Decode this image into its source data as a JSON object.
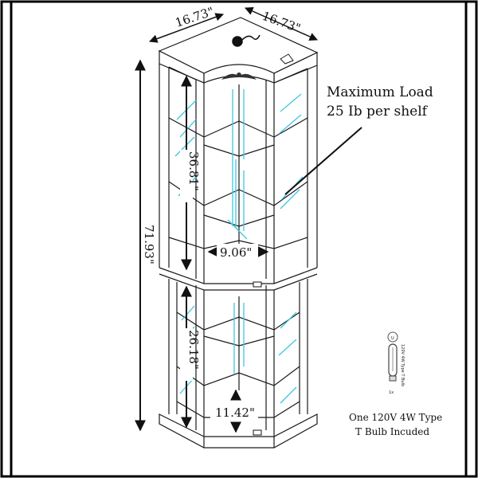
{
  "dimensions": {
    "width_left": "16.73\"",
    "width_right": "16.73\"",
    "total_height": "71.93\"",
    "upper_height": "36.81\"",
    "upper_depth": "9.06\"",
    "lower_height": "26.18\"",
    "lower_depth": "11.42\""
  },
  "notes": {
    "load_line1": "Maximum Load",
    "load_line2": "25 Ib per shelf",
    "bulb_line1": "One 120V 4W Type",
    "bulb_line2": "T Bulb Incuded"
  },
  "bulb": {
    "label": "120V 4W Type T Bulb",
    "qty": "1x",
    "badge": "U"
  },
  "colors": {
    "line": "#1a1a1a",
    "glass": "#3ec6e0",
    "frame_border": "#000000"
  }
}
